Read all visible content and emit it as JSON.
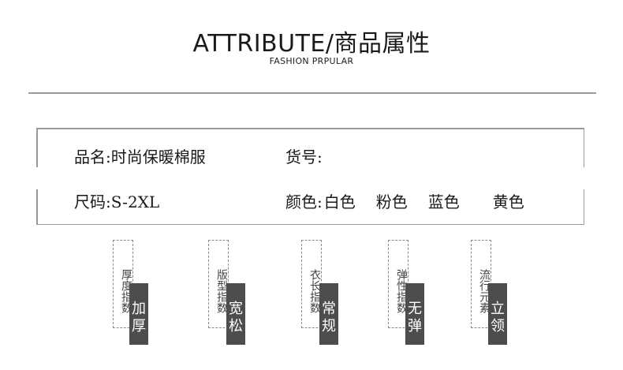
{
  "header": {
    "title": "ATTRIBUTE/商品属性",
    "subtitle": "FASHION PRPULAR"
  },
  "attributes": {
    "name_label": "品名:",
    "name_value": "时尚保暖棉服",
    "code_label": "货号:",
    "code_value": "",
    "size_label": "尺码:",
    "size_value": "S-2XL",
    "color_label": "颜色:",
    "colors": [
      "白色",
      "粉色",
      "蓝色",
      "黄色"
    ]
  },
  "indices": [
    {
      "label": "厚度指数",
      "value": "加厚"
    },
    {
      "label": "版型指数",
      "value": "宽松"
    },
    {
      "label": "衣长指数",
      "value": "常规"
    },
    {
      "label": "弹性指数",
      "value": "无弹"
    },
    {
      "label": "流行元素",
      "value": "立领"
    }
  ]
}
